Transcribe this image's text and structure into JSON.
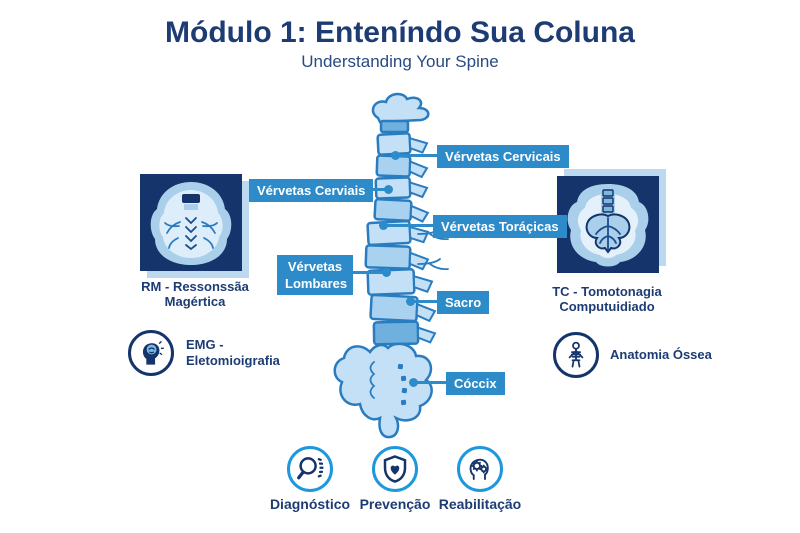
{
  "page": {
    "title": "Módulo 1: Enteníndo Sua Coluna",
    "subtitle": "Understanding Your Spine"
  },
  "colors": {
    "heading_navy": "#1d3c74",
    "label_blue": "#2e8bc9",
    "panel_navy": "#14346b",
    "panel_shadow_blue": "#bcd9ef",
    "spine_fill_light": "#c4e0f6",
    "spine_stroke": "#2a7cc0",
    "bottom_ring_blue": "#1e98dd"
  },
  "spine_labels": [
    {
      "id": "cervicais-right",
      "label": "Vérvetas Cervicais"
    },
    {
      "id": "cervicais-left",
      "label": "Vérvetas Cerviais"
    },
    {
      "id": "toracicas",
      "label": "Vérvetas Toráçicas"
    },
    {
      "id": "lombares",
      "label": "Vérvetas Lombares"
    },
    {
      "id": "sacro",
      "label": "Sacro"
    },
    {
      "id": "coccix",
      "label": "Cóccix"
    }
  ],
  "left_panel": {
    "icon": "mri-scan-illustration",
    "caption_line1": "RM - Ressonssãa",
    "caption_line2": "Magértica"
  },
  "right_panel": {
    "icon": "ct-scan-illustration",
    "caption_line1": "TC - Tomotonagia",
    "caption_line2": "Computuidiado"
  },
  "left_item": {
    "icon": "head-brain-icon",
    "line1": "EMG -",
    "line2": "Eletomioigrafia"
  },
  "right_item": {
    "icon": "skeleton-icon",
    "label": "Anatomia Óssea"
  },
  "bottom_items": [
    {
      "icon": "magnifier-spine-icon",
      "label": "Diagnóstico"
    },
    {
      "icon": "shield-heart-icon",
      "label": "Prevenção"
    },
    {
      "icon": "brain-gears-icon",
      "label": "Reabilitação"
    }
  ]
}
